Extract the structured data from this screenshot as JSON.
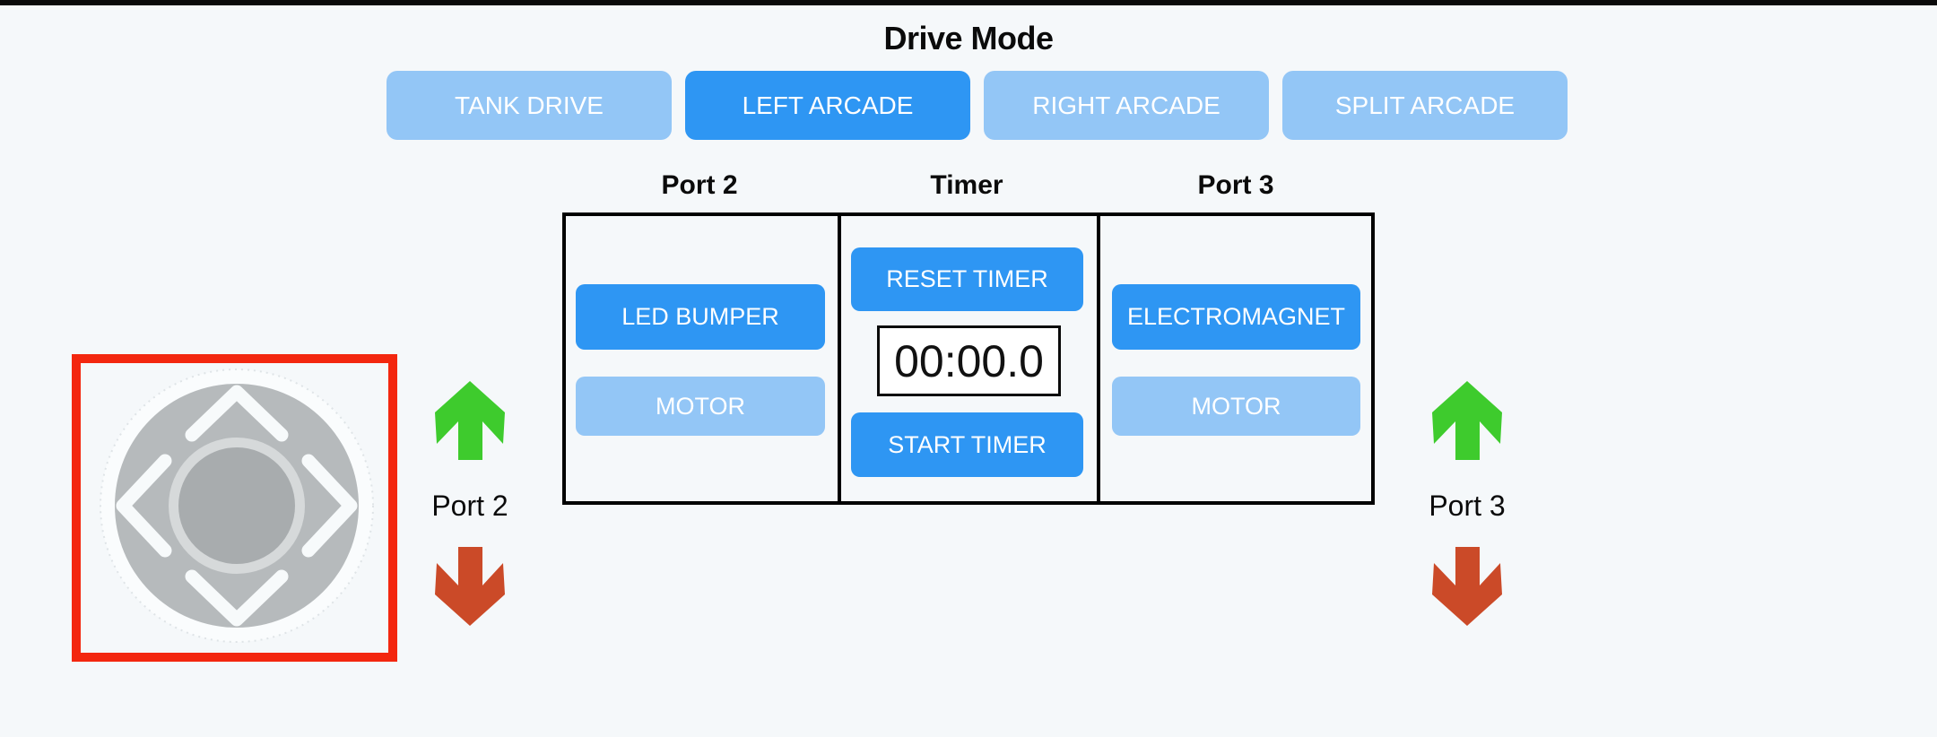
{
  "window": {
    "background": "#f5f8fa",
    "top_border_color": "#0a0a0a"
  },
  "drive_mode": {
    "title": "Drive Mode",
    "options": [
      {
        "label": "TANK DRIVE",
        "selected": false
      },
      {
        "label": "LEFT ARCADE",
        "selected": true
      },
      {
        "label": "RIGHT ARCADE",
        "selected": false
      },
      {
        "label": "SPLIT ARCADE",
        "selected": false
      }
    ],
    "colors": {
      "selected": "#2e96f3",
      "unselected": "#93c6f6",
      "text": "#ffffff"
    }
  },
  "control_panel": {
    "columns": [
      {
        "header": "Port 2",
        "buttons": [
          {
            "label": "LED BUMPER",
            "variant": "primary"
          },
          {
            "label": "MOTOR",
            "variant": "muted"
          }
        ]
      },
      {
        "header": "Timer",
        "buttons": [
          {
            "label": "RESET TIMER",
            "variant": "primary"
          },
          {
            "label": "START TIMER",
            "variant": "primary"
          }
        ],
        "display_value": "00:00.0"
      },
      {
        "header": "Port 3",
        "buttons": [
          {
            "label": "ELECTROMAGNET",
            "variant": "primary"
          },
          {
            "label": "MOTOR",
            "variant": "muted"
          }
        ]
      }
    ],
    "button_colors": {
      "primary": "#2e96f3",
      "muted": "#93c6f6"
    }
  },
  "joystick": {
    "border_color": "#f3270f",
    "pad_color": "#b6babc",
    "ring_color": "#d6d9da",
    "knob_color": "#a8acae",
    "icons": [
      "up-chevron",
      "down-chevron",
      "left-chevron",
      "right-chevron"
    ]
  },
  "port_indicators": {
    "left": {
      "label": "Port 2",
      "up_arrow_color": "#3ecb2d",
      "down_arrow_color": "#cb4a28"
    },
    "right": {
      "label": "Port 3",
      "up_arrow_color": "#3ecb2d",
      "down_arrow_color": "#cb4a28"
    }
  }
}
